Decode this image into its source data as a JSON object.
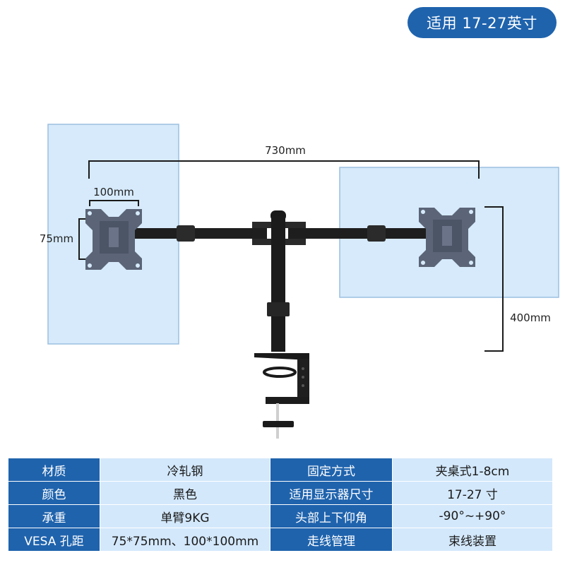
{
  "badge": {
    "text": "适用 17-27英寸"
  },
  "dimensions": {
    "width_label": "730mm",
    "vesa_width_label": "100mm",
    "vesa_height_label": "75mm",
    "height_label": "400mm"
  },
  "colors": {
    "accent": "#1f63ad",
    "table_key_bg": "#1f63ad",
    "table_value_bg": "#d3e8fb",
    "screen_fill": "#d6eafb"
  },
  "specs": {
    "rows": [
      {
        "key1": "材质",
        "val1": "冷轧钢",
        "key2": "固定方式",
        "val2": "夹桌式1-8cm"
      },
      {
        "key1": "颜色",
        "val1": "黑色",
        "key2": "适用显示器尺寸",
        "val2": "17-27 寸"
      },
      {
        "key1": "承重",
        "val1": "单臂9KG",
        "key2": "头部上下仰角",
        "val2": "-90°~+90°"
      },
      {
        "key1": "VESA 孔距",
        "val1": "75*75mm、100*100mm",
        "key2": "走线管理",
        "val2": "束线装置"
      }
    ]
  }
}
